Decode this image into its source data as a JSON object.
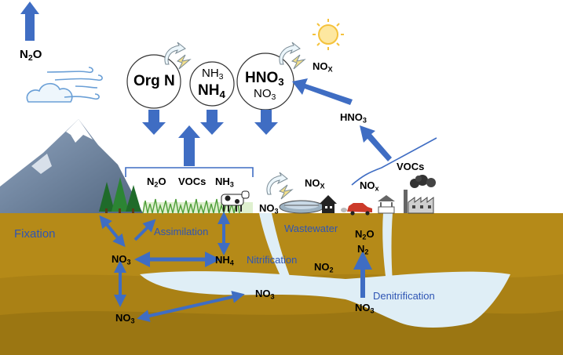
{
  "colors": {
    "arrow": "#3f6dc3",
    "soil": "#b58a18",
    "groundwater": "#dfeef6",
    "label_blue": "#2f55b4"
  },
  "atmosphere": {
    "n2o": {
      "base": "N",
      "sub": "2",
      "tail": "O"
    },
    "org_n": "Org N",
    "nh3": {
      "base": "NH",
      "sub": "3",
      "tail": ""
    },
    "nh4": {
      "base": "NH",
      "sub": "4",
      "tail": ""
    },
    "hno3_bubble": {
      "base": "HNO",
      "sub": "3",
      "tail": ""
    },
    "no3_bubble": {
      "base": "NO",
      "sub": "3",
      "tail": ""
    },
    "nox_sun": {
      "base": "NO",
      "sub": "X",
      "tail": ""
    },
    "hno3_right": {
      "base": "HNO",
      "sub": "3",
      "tail": ""
    },
    "vocs_right": "VOCs"
  },
  "surface": {
    "n2o": {
      "base": "N",
      "sub": "2",
      "tail": "O"
    },
    "vocs": "VOCs",
    "nh3": {
      "base": "NH",
      "sub": "3",
      "tail": ""
    },
    "no3": {
      "base": "NO",
      "sub": "3",
      "tail": ""
    },
    "nox_house": {
      "base": "NO",
      "sub": "X",
      "tail": ""
    },
    "nox_car": {
      "base": "NO",
      "sub": "x",
      "tail": ""
    }
  },
  "soil": {
    "fixation": "Fixation",
    "assimilation": "Assimilation",
    "wastewater": "Wastewater",
    "nitrification": "Nitrification",
    "denitrification": "Denitrification",
    "no3_left": {
      "base": "NO",
      "sub": "3",
      "tail": ""
    },
    "nh4": {
      "base": "NH",
      "sub": "4",
      "tail": ""
    },
    "no2": {
      "base": "NO",
      "sub": "2",
      "tail": ""
    },
    "n2o": {
      "base": "N",
      "sub": "2",
      "tail": "O"
    },
    "n2": {
      "base": "N",
      "sub": "2",
      "tail": ""
    },
    "no3_gw": {
      "base": "NO",
      "sub": "3",
      "tail": ""
    },
    "no3_deep": {
      "base": "NO",
      "sub": "3",
      "tail": ""
    },
    "no3_denit": {
      "base": "NO",
      "sub": "3",
      "tail": ""
    }
  },
  "icons": [
    "sun-icon",
    "wind-cloud-icon",
    "mountain-icon",
    "trees-icon",
    "grass-icon",
    "cow-icon",
    "house-icon",
    "treatment-plant-icon",
    "car-icon",
    "well-icon",
    "factory-icon",
    "lightning-icon"
  ]
}
